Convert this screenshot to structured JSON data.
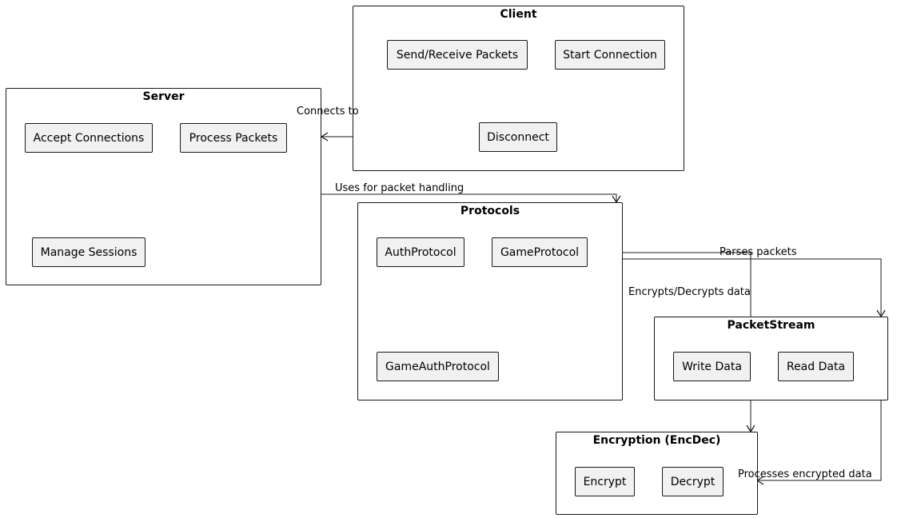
{
  "packages": {
    "client": {
      "title": "Client",
      "components": {
        "send_receive": "Send/Receive Packets",
        "start_connection": "Start Connection",
        "disconnect": "Disconnect"
      }
    },
    "server": {
      "title": "Server",
      "components": {
        "accept_connections": "Accept Connections",
        "process_packets": "Process Packets",
        "manage_sessions": "Manage Sessions"
      }
    },
    "protocols": {
      "title": "Protocols",
      "components": {
        "auth_protocol": "AuthProtocol",
        "game_protocol": "GameProtocol",
        "game_auth_protocol": "GameAuthProtocol"
      }
    },
    "packetstream": {
      "title": "PacketStream",
      "components": {
        "write_data": "Write Data",
        "read_data": "Read Data"
      }
    },
    "encryption": {
      "title": "Encryption (EncDec)",
      "components": {
        "encrypt": "Encrypt",
        "decrypt": "Decrypt"
      }
    }
  },
  "edges": {
    "client_server": "Connects to",
    "server_protocols": "Uses for packet handling",
    "protocols_packetstream": "Parses packets",
    "protocols_encryption": "Encrypts/Decrypts data",
    "packetstream_encryption": "Processes encrypted data"
  }
}
